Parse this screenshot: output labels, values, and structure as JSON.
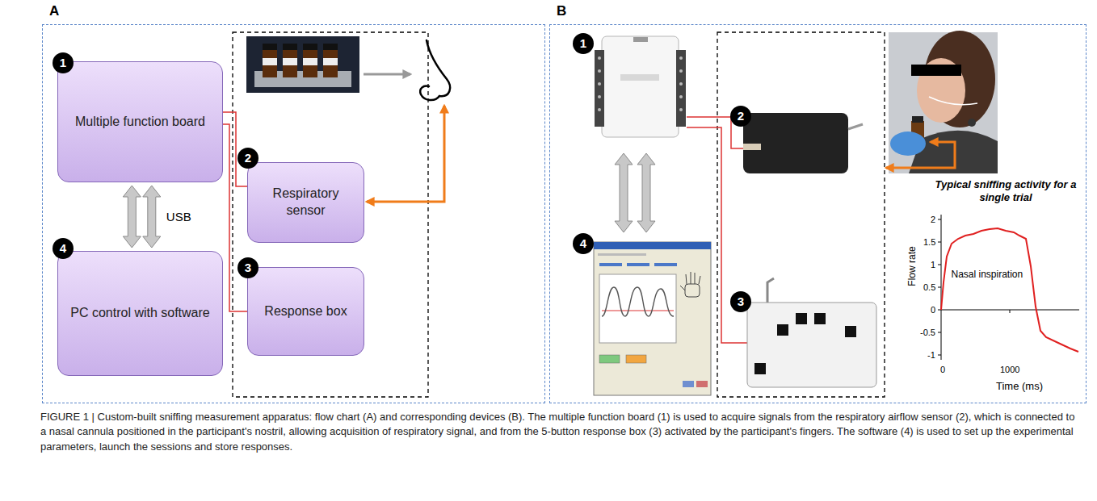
{
  "diagram": {
    "caption": "FIGURE 1 | Custom-built sniffing measurement apparatus: flow chart (A) and corresponding devices (B). The multiple function board (1) is used to acquire signals from the respiratory airflow sensor (2), which is connected to a nasal cannula positioned in the participant's nostril, allowing acquisition of respiratory signal, and from the 5-button response box (3) activated by the participant's fingers. The software (4) is used to set up the experimental parameters, launch the sessions and store responses.",
    "nodes": [
      {
        "text": [
          "A"
        ]
      },
      {
        "text": [
          "Multiple function board"
        ],
        "in": 0
      },
      {
        "text": [
          "Respiratory sensor"
        ],
        "in": 0
      },
      {
        "text": [
          "Response box"
        ],
        "in": 0
      },
      {
        "text": [
          "PC control with software"
        ],
        "in": 0
      },
      {
        "text": [
          "B"
        ]
      }
    ],
    "edges": [
      {
        "from": 1,
        "to": 4,
        "arrow": "both",
        "label": "USB"
      },
      {
        "from": 1,
        "to": 4,
        "arrow": "both"
      },
      {
        "from": 1,
        "to": 2,
        "arrow": "none"
      },
      {
        "from": 1,
        "to": 3,
        "arrow": "none"
      }
    ],
    "labels": [
      "1",
      "2",
      "3",
      "4",
      "1",
      "2",
      "3",
      "4",
      "Typical sniffing activity for a single trial",
      "Nasal inspiration",
      "Flow rate",
      "Time (ms)",
      "2",
      "1.5",
      "1",
      "0.5",
      "0",
      "-0.5",
      "-1",
      "0",
      "1000"
    ]
  }
}
